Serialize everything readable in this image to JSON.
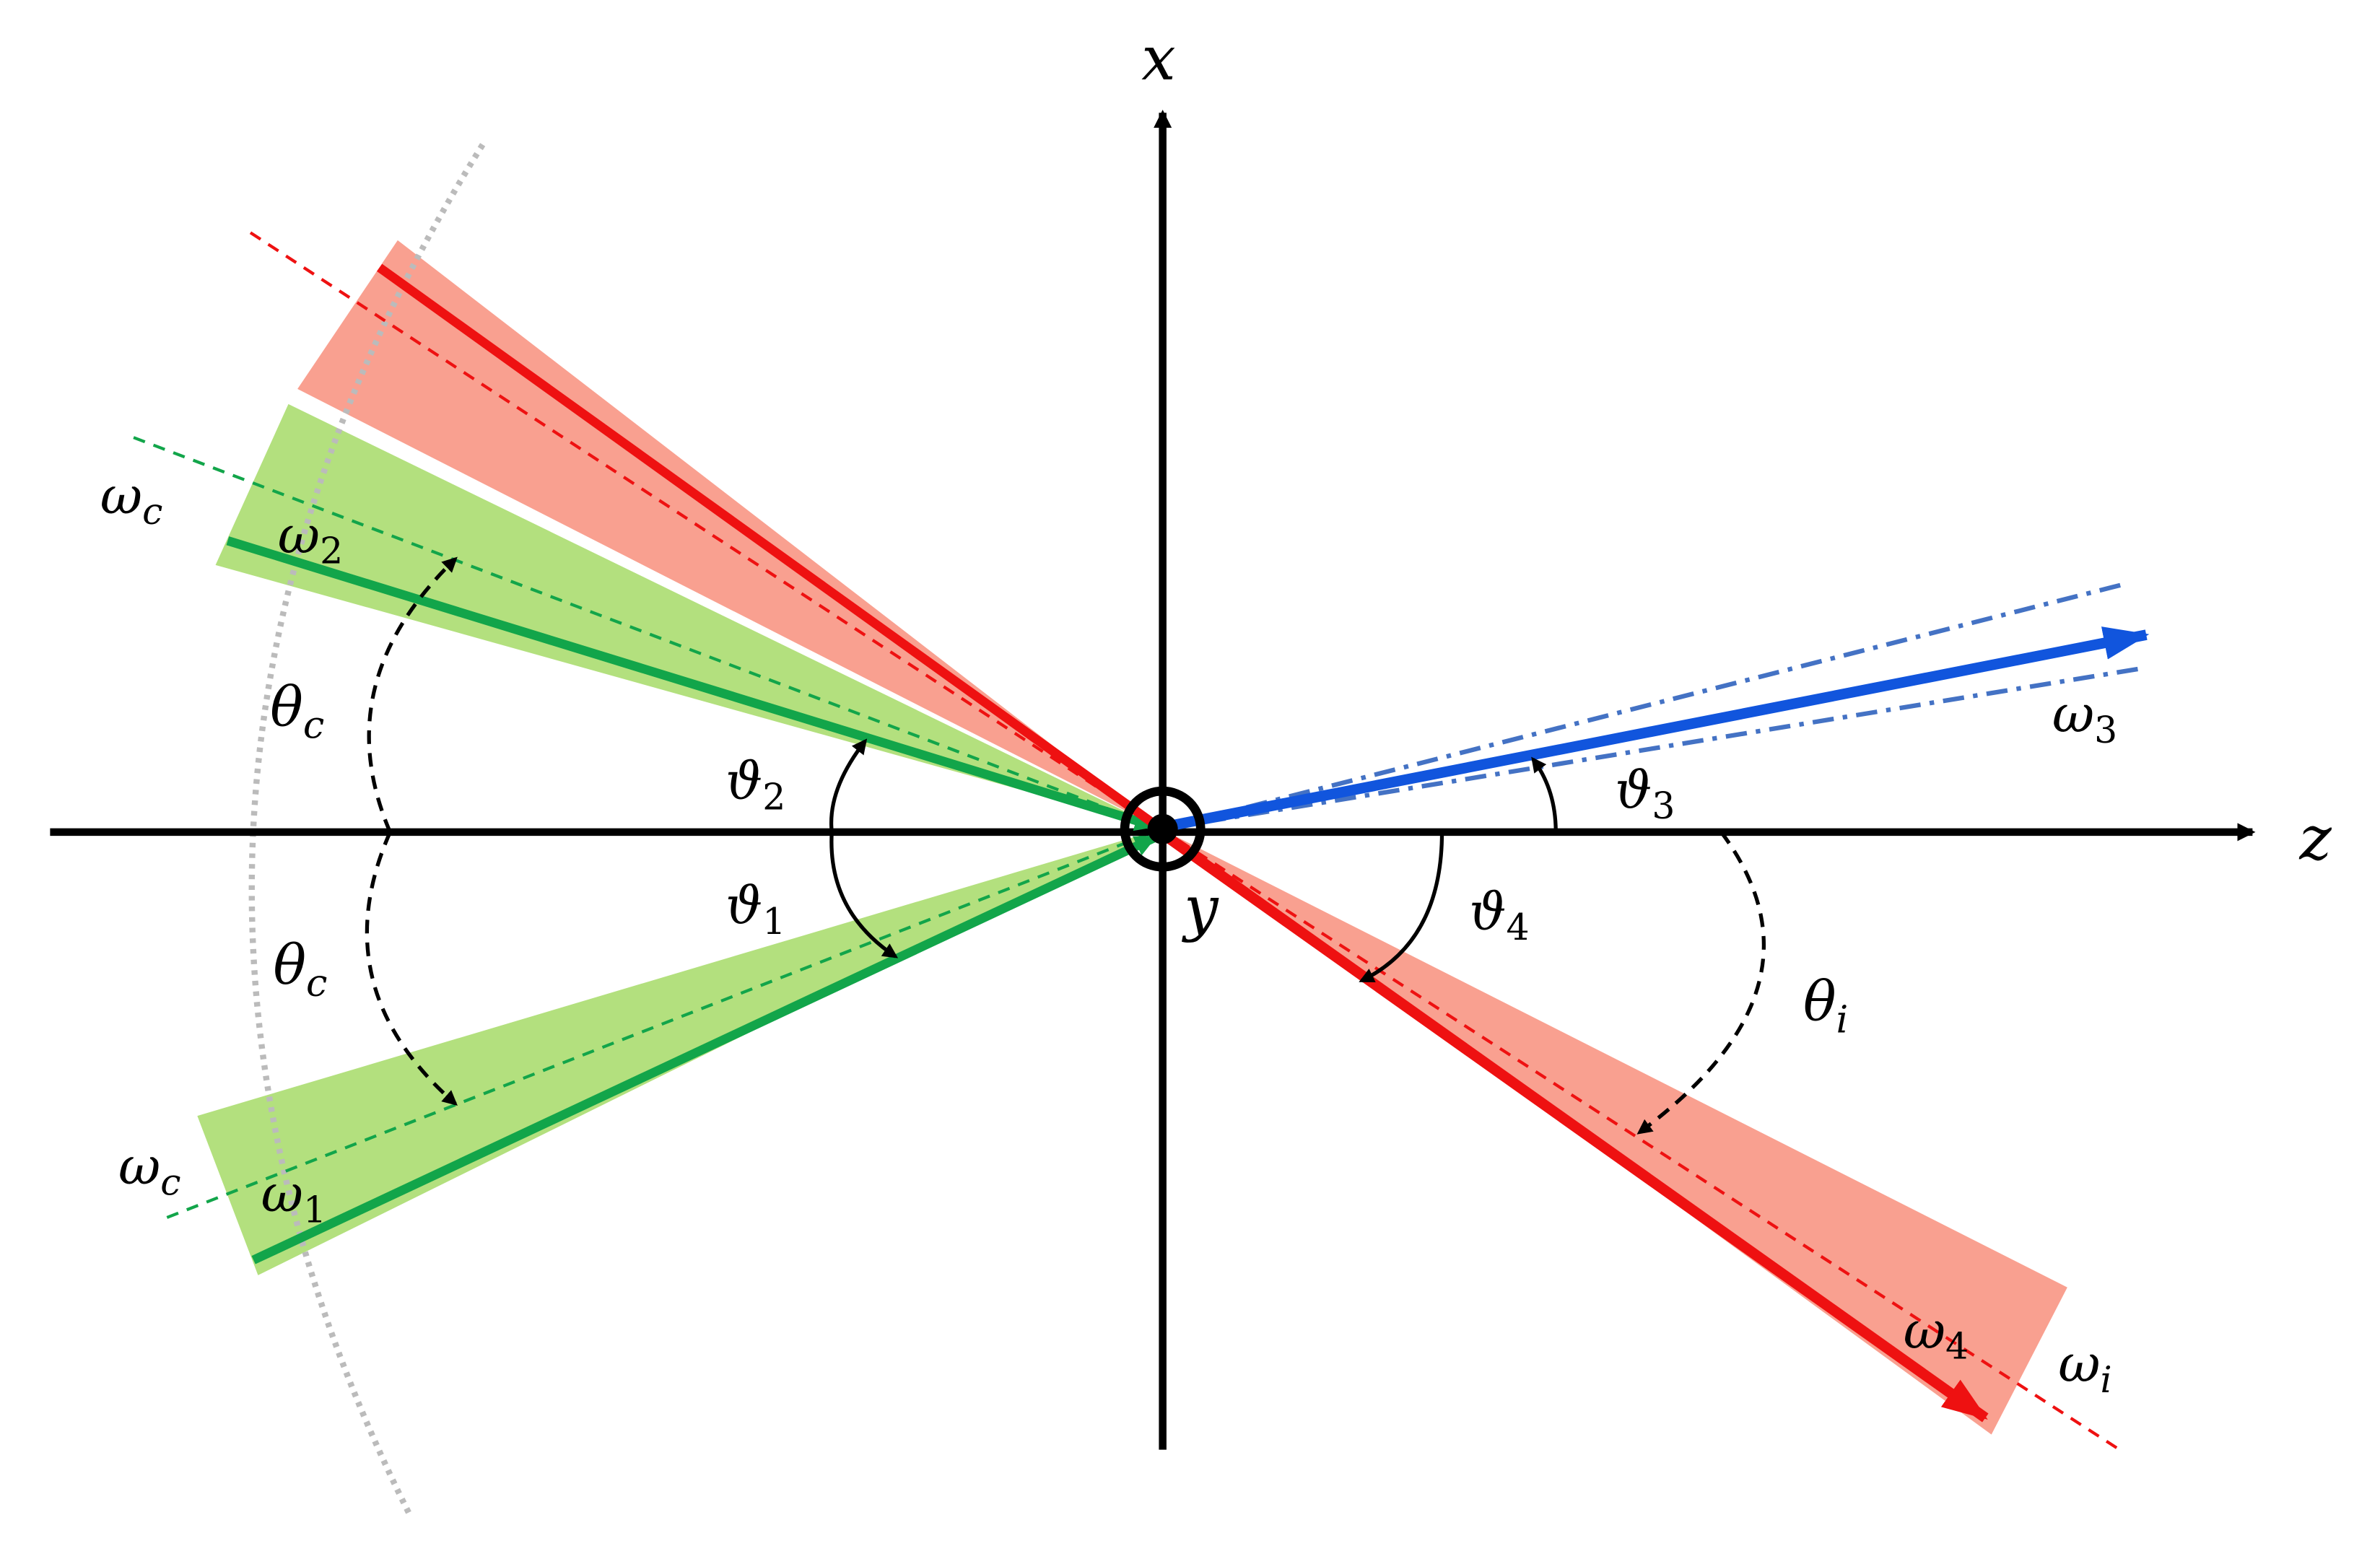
{
  "axes": {
    "x": "x",
    "z": "z",
    "y": "y"
  },
  "beams": {
    "w1": {
      "sym": "ω",
      "sub": "1"
    },
    "w2": {
      "sym": "ω",
      "sub": "2"
    },
    "w3": {
      "sym": "ω",
      "sub": "3"
    },
    "w4": {
      "sym": "ω",
      "sub": "4"
    },
    "wc_top": {
      "sym": "ω",
      "sub": "c"
    },
    "wc_bottom": {
      "sym": "ω",
      "sub": "c"
    },
    "wi": {
      "sym": "ω",
      "sub": "i"
    }
  },
  "angles": {
    "theta_c_top": {
      "sym": "θ",
      "sub": "c"
    },
    "theta_c_bottom": {
      "sym": "θ",
      "sub": "c"
    },
    "theta_i": {
      "sym": "θ",
      "sub": "i"
    },
    "v1": {
      "sym": "ϑ",
      "sub": "1"
    },
    "v2": {
      "sym": "ϑ",
      "sub": "2"
    },
    "v3": {
      "sym": "ϑ",
      "sub": "3"
    },
    "v4": {
      "sym": "ϑ",
      "sub": "4"
    }
  },
  "colors": {
    "red": "#ee1111",
    "red_fill": "#f9a090",
    "green": "#12a54a",
    "green_fill": "#b3e07e",
    "blue": "#1155dd",
    "blue_dash": "#4472c4",
    "gray": "#bbbbbb"
  }
}
